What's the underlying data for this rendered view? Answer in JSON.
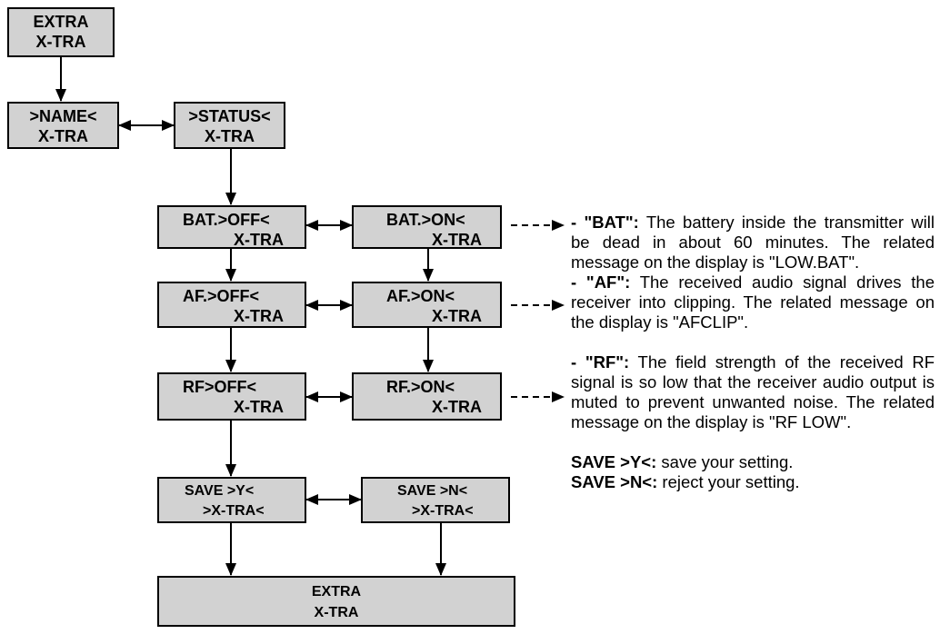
{
  "boxes": {
    "top": {
      "line1": "EXTRA",
      "line2": "X-TRA"
    },
    "name": {
      "line1": ">NAME<",
      "line2": "X-TRA"
    },
    "status": {
      "line1": ">STATUS<",
      "line2": "X-TRA"
    },
    "bat_off": {
      "line1": "BAT.>OFF<",
      "line2": "X-TRA"
    },
    "bat_on": {
      "line1": "BAT.>ON<",
      "line2": "X-TRA"
    },
    "af_off": {
      "line1": "AF.>OFF<",
      "line2": "X-TRA"
    },
    "af_on": {
      "line1": "AF.>ON<",
      "line2": "X-TRA"
    },
    "rf_off": {
      "line1": "RF>OFF<",
      "line2": "X-TRA"
    },
    "rf_on": {
      "line1": "RF.>ON<",
      "line2": "X-TRA"
    },
    "save_y": {
      "line1": "SAVE >Y<",
      "line2": ">X-TRA<"
    },
    "save_n": {
      "line1": "SAVE >N<",
      "line2": ">X-TRA<"
    },
    "bottom": {
      "line1": "EXTRA",
      "line2": "X-TRA"
    }
  },
  "notes": {
    "bat": {
      "key": "- \"BAT\":",
      "text": " The battery inside the transmitter will be dead in about 60 minutes. The related message on the display is \"LOW.BAT\"."
    },
    "af": {
      "key": "- \"AF\":",
      "text": " The received audio signal drives the receiver into clipping. The related message on the display is \"AFCLIP\"."
    },
    "rf": {
      "key": "- \"RF\":",
      "text": " The field strength of the received RF signal is so low that the receiver audio output is muted to prevent unwanted noise. The related message on the display is \"RF LOW\"."
    },
    "save_y": {
      "key": "SAVE >Y<:",
      "text": " save your setting."
    },
    "save_n": {
      "key": "SAVE >N<:",
      "text": " reject your setting."
    }
  },
  "colors": {
    "box_fill": "#d2d2d2",
    "line": "#000000"
  }
}
